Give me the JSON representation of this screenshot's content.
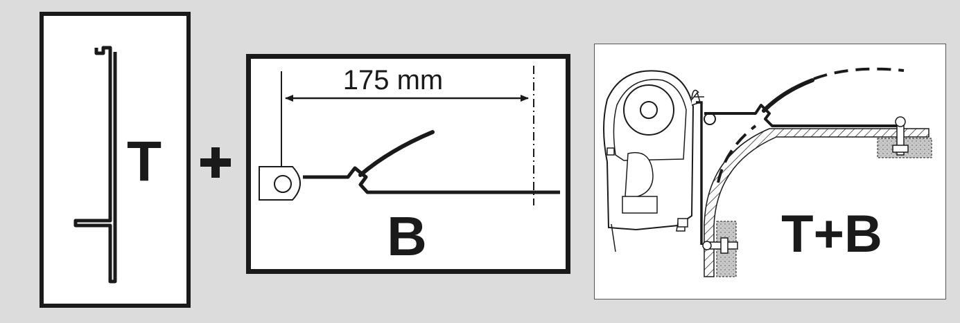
{
  "colors": {
    "background": "#dcdcdc",
    "panel": "#ffffff",
    "ink": "#1a1a1a",
    "concrete": "#c8c8c8"
  },
  "panel_t": {
    "label": "T"
  },
  "operator": {
    "symbol": "+"
  },
  "panel_b": {
    "label": "B",
    "dimension_label": "175 mm"
  },
  "panel_tb": {
    "label": "T+B"
  }
}
